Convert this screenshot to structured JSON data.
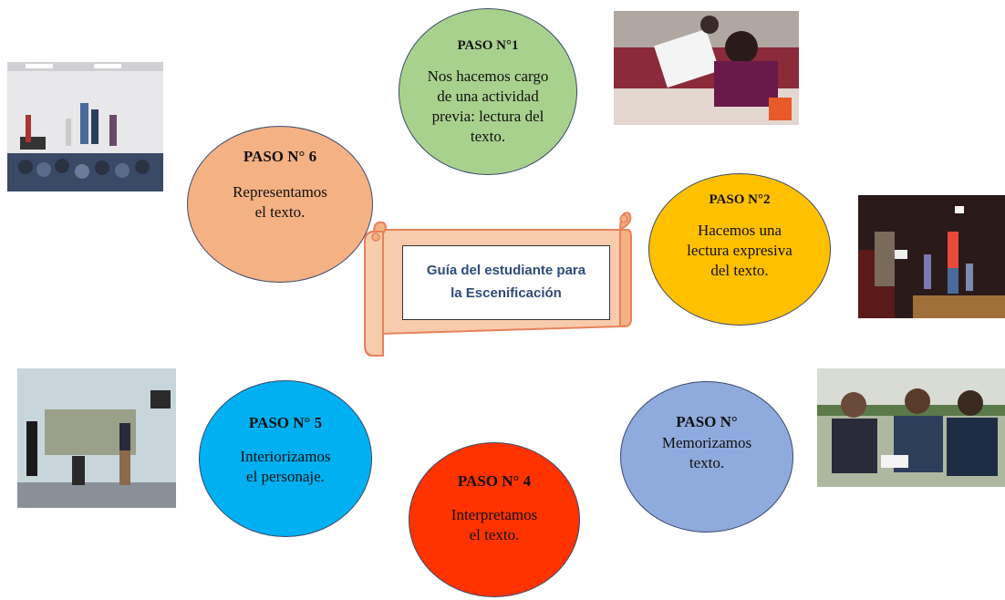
{
  "center": {
    "line1": "Guía del estudiante para",
    "line2": "la Escenificación"
  },
  "steps": [
    {
      "title": "PASO N°1",
      "lines": [
        "Nos hacemos cargo",
        "de una actividad",
        "previa: lectura del",
        "texto."
      ],
      "color": "#a9d18e"
    },
    {
      "title": "PASO N°2",
      "lines": [
        "Hacemos una",
        "lectura expresiva",
        "del texto."
      ],
      "color": "#ffc000"
    },
    {
      "title": "PASO N°",
      "lines": [
        "Memorizamos",
        "texto."
      ],
      "color": "#8faadc"
    },
    {
      "title": "PASO N° 4",
      "lines": [
        "Interpretamos",
        "el texto."
      ],
      "color": "#ff3300"
    },
    {
      "title": "PASO N° 5",
      "lines": [
        "Interiorizamos",
        "el personaje."
      ],
      "color": "#00b0f0"
    },
    {
      "title": "PASO N° 6",
      "lines": [
        "Representamos",
        "el texto."
      ],
      "color": "#f4b183"
    }
  ],
  "photos": [
    {
      "name": "photo-stage-rehearsal"
    },
    {
      "name": "photo-students-reading"
    },
    {
      "name": "photo-stage-performers"
    },
    {
      "name": "photo-classroom-actors"
    },
    {
      "name": "photo-students-memorizing"
    }
  ]
}
